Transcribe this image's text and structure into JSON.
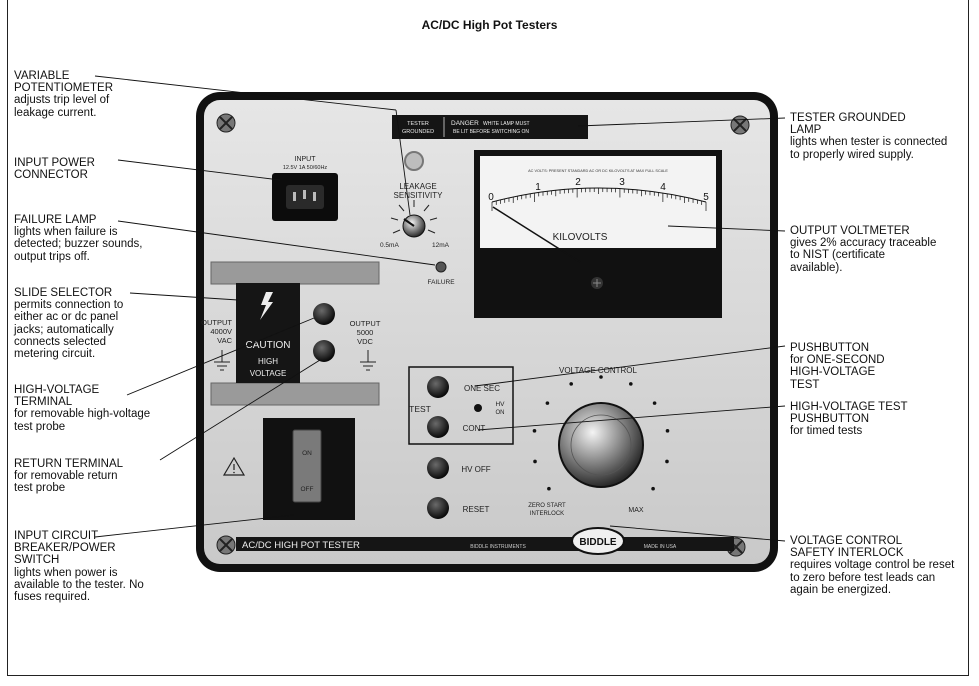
{
  "title": "AC/DC High Pot Testers",
  "callouts": {
    "variable_potentiometer": {
      "heading": "VARIABLE POTENTIOMETER",
      "body": "adjusts trip level of leakage current."
    },
    "input_power_connector": {
      "heading": "INPUT POWER CONNECTOR",
      "body": ""
    },
    "failure_lamp": {
      "heading": "FAILURE LAMP",
      "body": "lights when failure is detected; buzzer sounds, output trips off."
    },
    "slide_selector": {
      "heading": "SLIDE SELECTOR",
      "body": "permits connection to either ac or dc panel jacks; automatically connects selected metering circuit."
    },
    "high_voltage_terminal": {
      "heading": "HIGH-VOLTAGE TERMINAL",
      "body": "for removable high-voltage test probe"
    },
    "return_terminal": {
      "heading": "RETURN TERMINAL",
      "body": "for removable return test probe"
    },
    "input_circuit_breaker": {
      "heading": "INPUT CIRCUIT BREAKER/POWER SWITCH",
      "body": "lights when power is available to the tester. No fuses required."
    },
    "tester_grounded_lamp": {
      "heading": "TESTER GROUNDED LAMP",
      "body": "lights when tester is connected to properly wired supply."
    },
    "output_voltmeter": {
      "heading": "OUTPUT VOLTMETER",
      "body": "gives 2% accuracy traceable to NIST (certificate available)."
    },
    "pushbutton_one_second": {
      "heading": "PUSHBUTTON",
      "body": "for ONE-SECOND HIGH-VOLTAGE TEST"
    },
    "hv_test_pushbutton": {
      "heading": "HIGH-VOLTAGE TEST PUSHBUTTON",
      "body": "for timed tests"
    },
    "voltage_control_interlock": {
      "heading": "VOLTAGE CONTROL SAFETY INTERLOCK",
      "body": "requires voltage control be reset to zero before test leads can again be energized."
    }
  },
  "panel": {
    "plate_tester": "TESTER",
    "plate_grounded": "GROUNDED",
    "plate_danger": "DANGER",
    "plate_white_lamp": "WHITE LAMP MUST",
    "plate_be_lit": "BE LIT BEFORE SWITCHING ON",
    "input_label": "INPUT",
    "input_rating": "12.5V 1A 50/60Hz",
    "leakage_line1": "LEAKAGE",
    "leakage_line2": "SENSITIVITY",
    "leakage_min": "0.5mA",
    "leakage_max": "12mA",
    "failure_label": "FAILURE",
    "meter_scale_note": "AC VOLTS: PRESENT STANDARD AC OR DC KILOVOLTS AT MAX FULL SCALE",
    "meter_ticks": [
      "0",
      "1",
      "2",
      "3",
      "4",
      "5"
    ],
    "meter_unit": "KILOVOLTS",
    "output_ac_1": "OUTPUT",
    "output_ac_2": "4000V",
    "output_ac_3": "VAC",
    "output_dc_1": "OUTPUT",
    "output_dc_2": "5000",
    "output_dc_3": "VDC",
    "caution": "CAUTION",
    "high": "HIGH",
    "voltage": "VOLTAGE",
    "test_label": "TEST",
    "one_sec": "ONE SEC",
    "hv_on_1": "HV",
    "hv_on_2": "ON",
    "cont": "CONT",
    "hv_off": "HV OFF",
    "reset": "RESET",
    "voltage_control": "VOLTAGE CONTROL",
    "zero_start_1": "ZERO START",
    "zero_start_2": "INTERLOCK",
    "max": "MAX",
    "switch_on": "ON",
    "switch_off": "OFF",
    "footer_model": "AC/DC HIGH POT TESTER",
    "footer_maker": "BIDDLE INSTRUMENTS",
    "footer_made": "MADE IN USA",
    "logo": "BIDDLE"
  }
}
